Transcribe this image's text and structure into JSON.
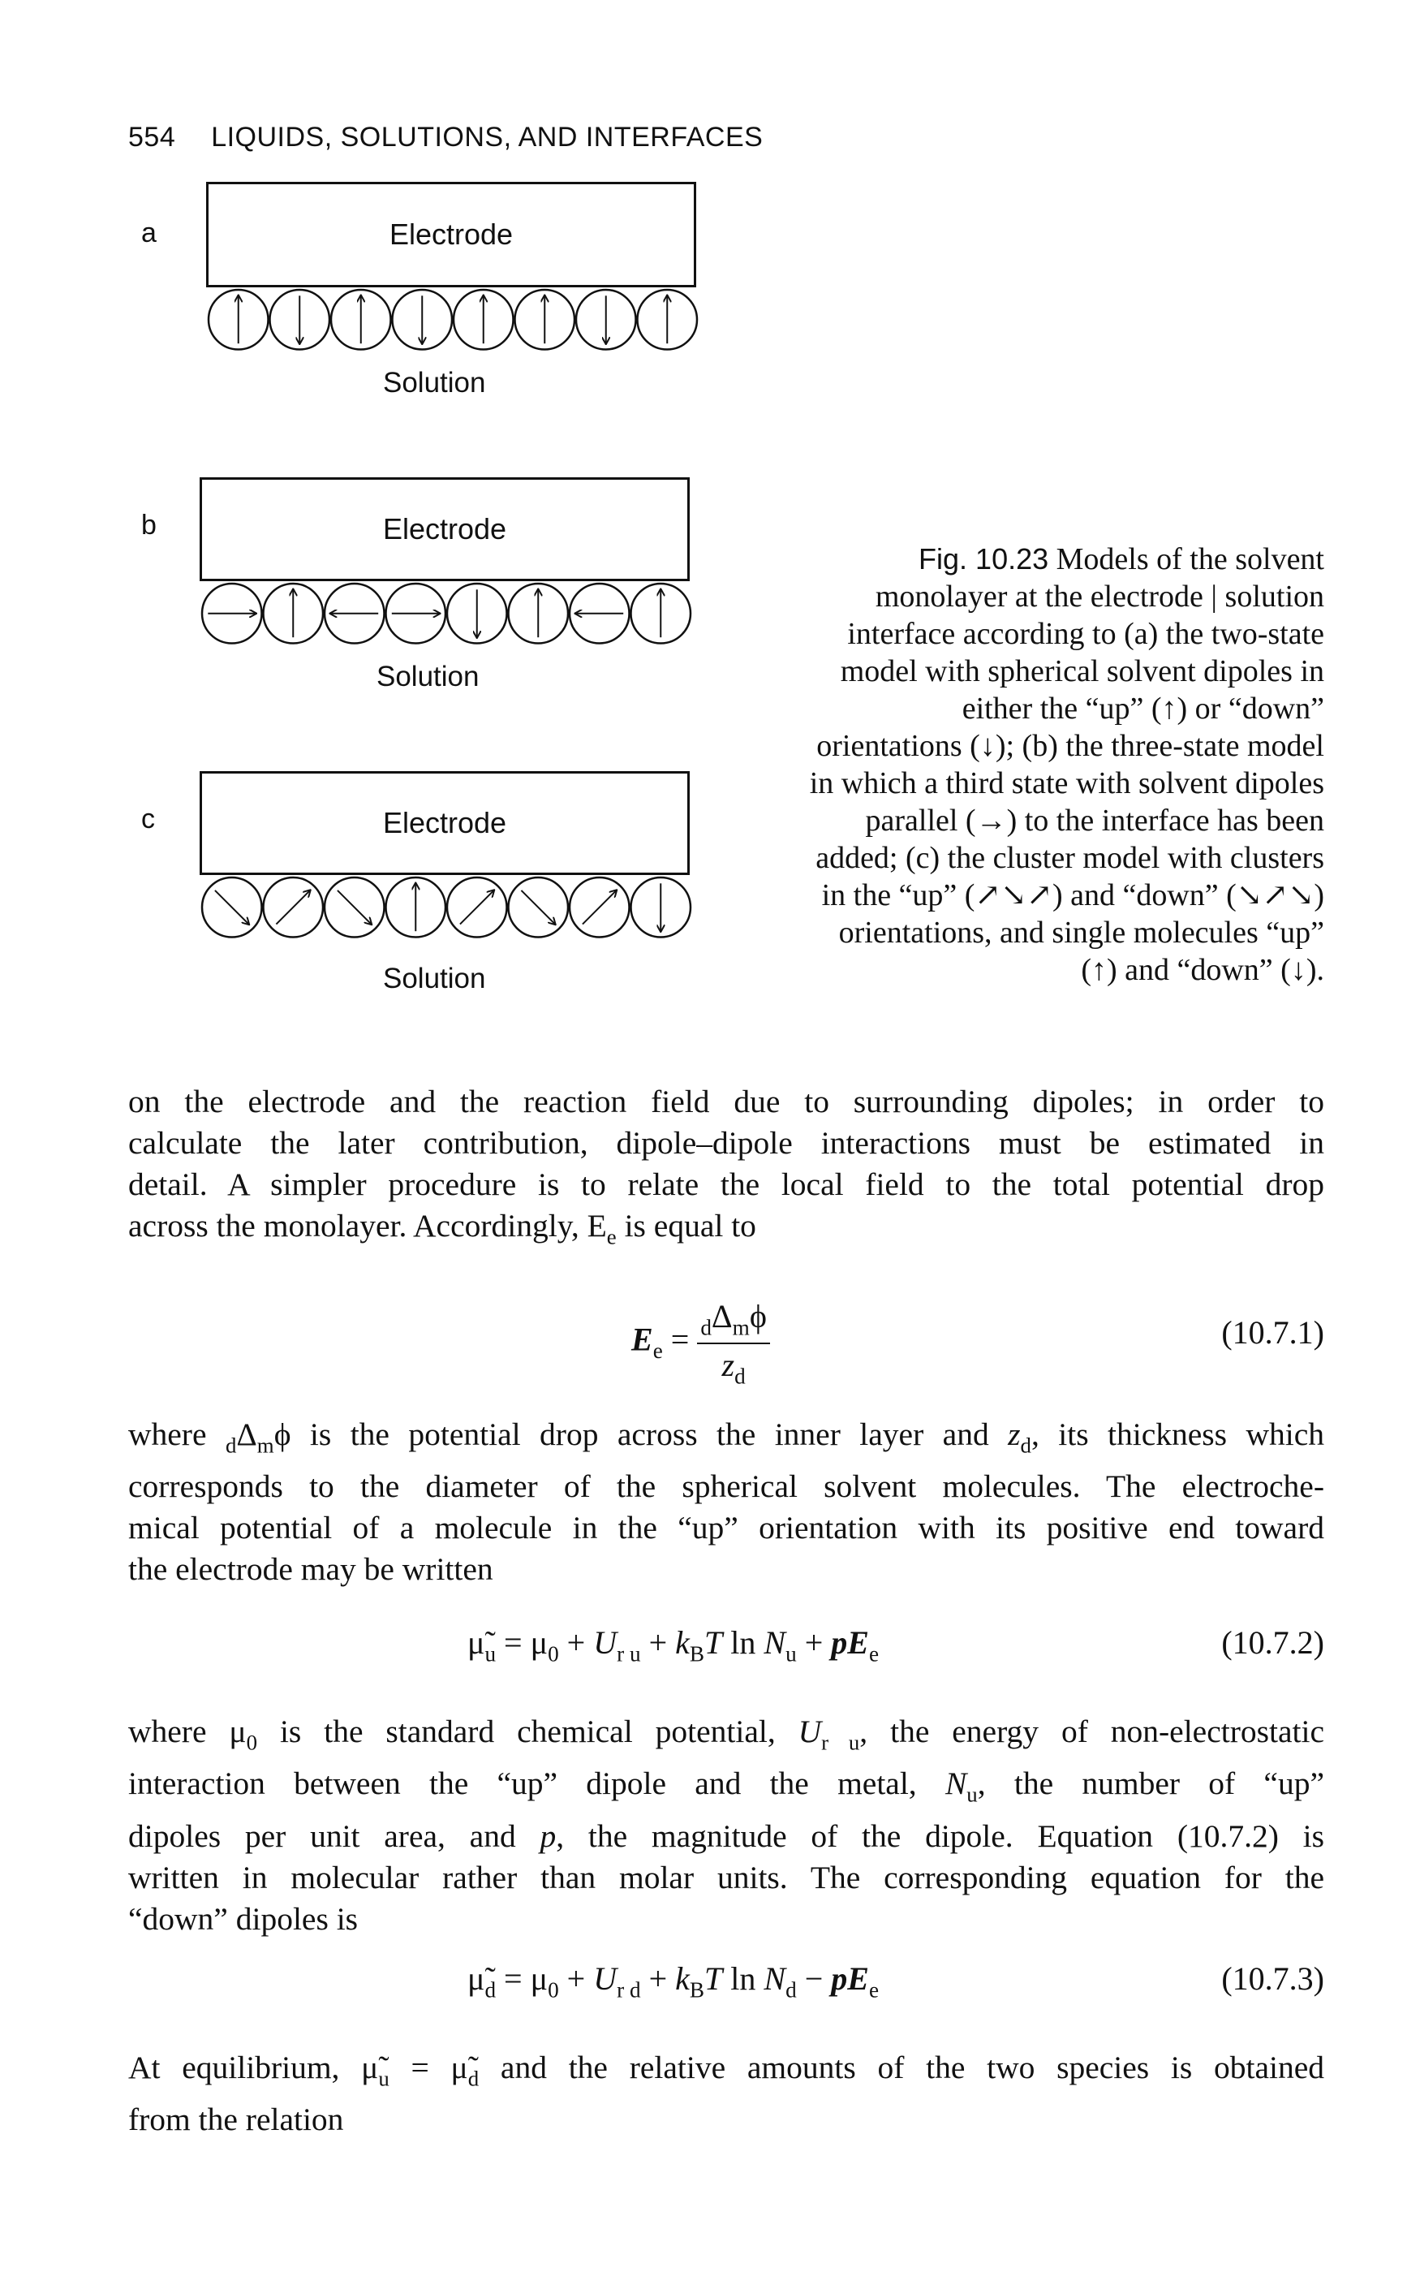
{
  "header": {
    "page_number": "554",
    "running_title": "LIQUIDS, SOLUTIONS, AND INTERFACES"
  },
  "figure": {
    "panels": [
      {
        "letter": "a",
        "electrode_label": "Electrode",
        "solution_label": "Solution",
        "dipoles": [
          "up",
          "down",
          "up",
          "down",
          "up",
          "up",
          "down",
          "up"
        ]
      },
      {
        "letter": "b",
        "electrode_label": "Electrode",
        "solution_label": "Solution",
        "dipoles": [
          "right",
          "up",
          "left",
          "right",
          "down",
          "up",
          "left",
          "up"
        ]
      },
      {
        "letter": "c",
        "electrode_label": "Electrode",
        "solution_label": "Solution",
        "dipoles": [
          "down-right",
          "up-right",
          "down-right",
          "up",
          "up-right",
          "down-right",
          "up-right",
          "down"
        ]
      }
    ],
    "caption": {
      "label": "Fig. 10.23",
      "lines": [
        "Models of the solvent",
        "monolayer at the electrode | solution",
        "interface according to (a) the two-state",
        "model with spherical solvent dipoles in",
        "either the “up” (↑) or “down”",
        "orientations (↓); (b) the three-state model",
        "in which a third state with solvent dipoles",
        "parallel (→) to the interface has been",
        "added; (c) the cluster model with clusters",
        "in the “up” (↗↘↗) and “down” (↘↗↘)",
        "orientations, and single molecules “up”",
        "(↑) and “down” (↓)."
      ]
    }
  },
  "text": {
    "para1": [
      "on the electrode and the reaction field due to surrounding dipoles; in order to",
      "calculate the later contribution, dipole–dipole interactions must be estimated in",
      "detail. A simpler procedure is to relate the local field to the total potential drop",
      "across the monolayer. Accordingly, E",
      "e",
      " is equal to"
    ],
    "eq1": {
      "number": "(10.7.1)"
    },
    "para2": [
      " is the potential drop across the inner layer and ",
      ", its thickness which",
      "corresponds to the diameter of the spherical solvent molecules. The electroche-",
      "mical potential of a molecule in the “up” orientation with its positive end toward",
      "the electrode may be written"
    ],
    "para2_start": "where ",
    "eq2": {
      "number": "(10.7.2)"
    },
    "para3": [
      "is the standard chemical potential,",
      ", the energy of non-electrostatic",
      "interaction between the “up” dipole and the metal,",
      ", the number of “up”",
      "dipoles per unit area, and",
      ", the magnitude of the dipole. Equation (10.7.2) is",
      "written in molecular rather than molar units. The corresponding equation for the",
      "“down” dipoles is"
    ],
    "eq3": {
      "number": "(10.7.3)"
    },
    "para4": [
      "At equilibrium,",
      "and the relative amounts of the two species is obtained",
      "from the relation"
    ]
  }
}
